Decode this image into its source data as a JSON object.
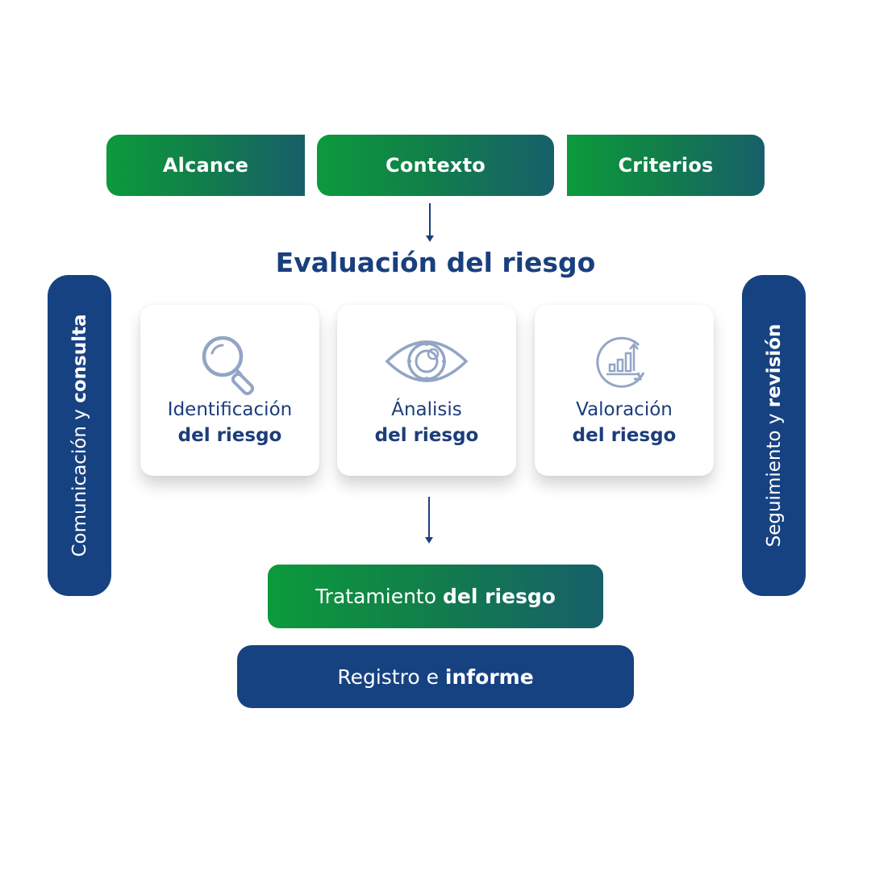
{
  "top_boxes": {
    "alcance": "Alcance",
    "contexto": "Contexto",
    "criterios": "Criterios"
  },
  "evaluation": {
    "title": "Evaluación del riesgo",
    "cards": [
      {
        "line1": "Identificación",
        "line2": "del riesgo",
        "icon": "magnifier-icon"
      },
      {
        "line1": "Ánalisis",
        "line2": "del riesgo",
        "icon": "eye-icon"
      },
      {
        "line1": "Valoración",
        "line2": "del riesgo",
        "icon": "chart-cycle-icon"
      }
    ]
  },
  "side": {
    "left": {
      "normal": "Comunicación y ",
      "bold": "consulta"
    },
    "right": {
      "normal": "Seguimiento y ",
      "bold": "revisión"
    }
  },
  "treatment": {
    "normal": "Tratamiento ",
    "bold": "del riesgo"
  },
  "record": {
    "normal": "Registro e ",
    "bold": "informe"
  },
  "colors": {
    "green": "#0c9a3c",
    "teal": "#175f6a",
    "navy": "#174282",
    "icon": "#93a5c5"
  }
}
